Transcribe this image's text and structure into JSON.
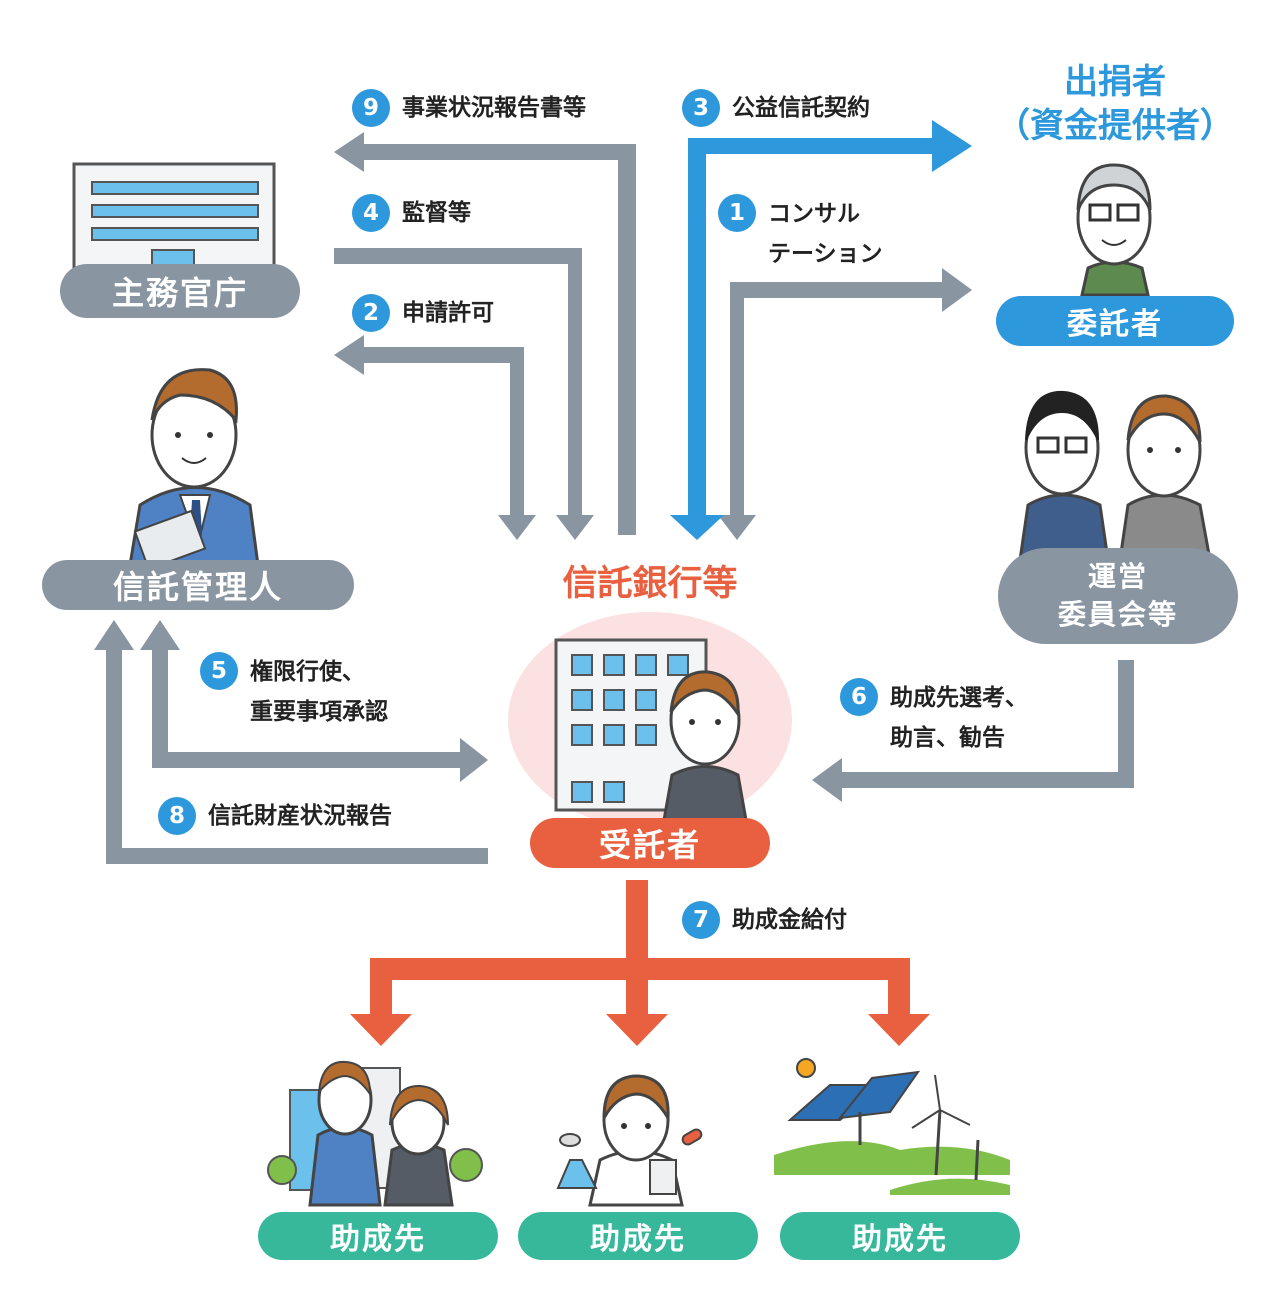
{
  "donor": {
    "title": "出捐者\n（資金提供者）",
    "label": "委託者"
  },
  "ministry": {
    "label": "主務官庁"
  },
  "trust_manager": {
    "label": "信託管理人"
  },
  "committee": {
    "label": "運営\n委員会等"
  },
  "trustee": {
    "title": "信託銀行等",
    "label": "受託者"
  },
  "grantees": [
    {
      "label": "助成先"
    },
    {
      "label": "助成先"
    },
    {
      "label": "助成先"
    }
  ],
  "steps": [
    {
      "num": "9",
      "text": "事業状況報告書等"
    },
    {
      "num": "3",
      "text": "公益信託契約"
    },
    {
      "num": "1",
      "text": "コンサル\nテーション"
    },
    {
      "num": "4",
      "text": "監督等"
    },
    {
      "num": "2",
      "text": "申請許可"
    },
    {
      "num": "5",
      "text": "権限行使、\n重要事項承認"
    },
    {
      "num": "6",
      "text": "助成先選考、\n助言、勧告"
    },
    {
      "num": "8",
      "text": "信託財産状況報告"
    },
    {
      "num": "7",
      "text": "助成金給付"
    }
  ],
  "colors": {
    "gray": "#8a95a2",
    "blue": "#2d98dc",
    "orange": "#e8603f",
    "green": "#37b89b",
    "pink": "#fbe1e1"
  }
}
